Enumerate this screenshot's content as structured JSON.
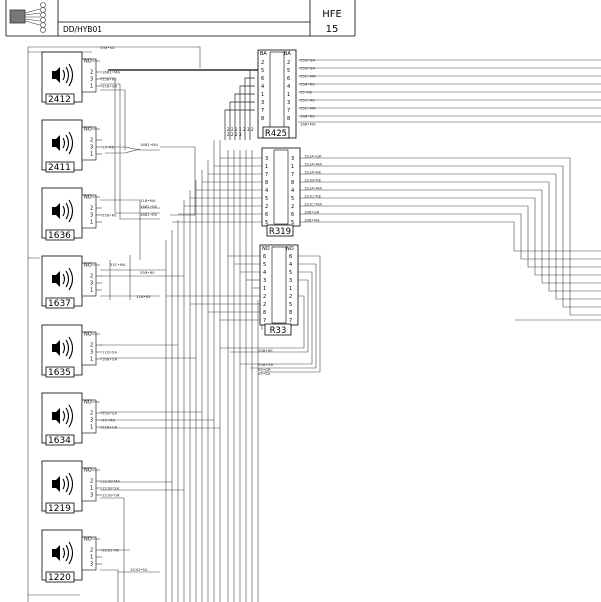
{
  "title_block": {
    "code": "DD/HYB01",
    "label": "HFE",
    "number": "15"
  },
  "top_signal": "55B•SA",
  "devices": [
    {
      "id": "2412",
      "pins": [
        "NO",
        "2",
        "3",
        "1"
      ],
      "signals": [
        "16B1•MA",
        "55B•RE",
        "55B•GR"
      ]
    },
    {
      "id": "2411",
      "pins": [
        "NO",
        "2",
        "3",
        "1"
      ],
      "signals": [
        "",
        "55•RE",
        ""
      ]
    },
    {
      "id": "1636",
      "pins": [
        "NO",
        "2",
        "3",
        "1"
      ],
      "signals": [
        "",
        "55B•RE",
        ""
      ]
    },
    {
      "id": "1637",
      "pins": [
        "NO",
        "2",
        "3",
        "1"
      ],
      "signals": [
        "",
        "",
        ""
      ]
    },
    {
      "id": "1635",
      "pins": [
        "NO",
        "2",
        "3",
        "1"
      ],
      "signals": [
        "",
        "11D•SA",
        "16B•GR"
      ]
    },
    {
      "id": "1634",
      "pins": [
        "NO",
        "2",
        "3",
        "1"
      ],
      "signals": [
        "55D•SA",
        "55•MA",
        "55B•GR"
      ]
    },
    {
      "id": "1219",
      "pins": [
        "NO",
        "2",
        "1",
        "3"
      ],
      "signals": [
        "1S1B•MA",
        "1S1B•SA",
        "1S1B•GR"
      ]
    },
    {
      "id": "1220",
      "pins": [
        "NO",
        "2",
        "1",
        "3"
      ],
      "signals": [
        "1S1D•RE",
        "",
        ""
      ]
    }
  ],
  "mid_labels": [
    "16B1•MA",
    "16B1•RE",
    "11B•MA",
    "55B•RE",
    "11B•RE",
    "55C•MA",
    "16B1•RE",
    "55B•RE",
    "55B•GR",
    "55•GR",
    "55•SA",
    "1S1D•SA"
  ],
  "connectors": [
    {
      "name": "R425",
      "header": [
        "BA",
        "BA"
      ],
      "left_pins": [
        "2",
        "5",
        "6",
        "4",
        "1",
        "3",
        "7",
        "8"
      ],
      "right_pins": [
        "2",
        "5",
        "6",
        "4",
        "1",
        "3",
        "7",
        "8"
      ],
      "signals": [
        "55D•SA",
        "55D•SA",
        "55C•MA",
        "55B•RE",
        "55•RE",
        "55C•RE",
        "55C•MA",
        "16B•RE",
        "16B•MA"
      ]
    },
    {
      "name": "R319",
      "header": [
        "",
        ""
      ],
      "left_pins": [
        "3",
        "1",
        "7",
        "8",
        "4",
        "5",
        "2",
        "6",
        "5"
      ],
      "right_pins": [
        "3",
        "1",
        "7",
        "8",
        "4",
        "5",
        "2",
        "6",
        "5"
      ],
      "signals": [
        "1S1A•GR",
        "1S1A•MA",
        "1S1A•RE",
        "1S1B•RE",
        "1S1A•MA",
        "1S1C•RE",
        "1S1C•MA",
        "16B•GR",
        "16B•MA"
      ]
    },
    {
      "name": "R33",
      "header": [
        "NO",
        "NO"
      ],
      "left_pins": [
        "6",
        "5",
        "4",
        "3",
        "1",
        "2",
        "2",
        "8",
        "7"
      ],
      "right_pins": [
        "6",
        "4",
        "5",
        "3",
        "1",
        "2",
        "5",
        "8",
        "7"
      ],
      "signals": []
    }
  ],
  "bundle_ticks": [
    "2",
    "2",
    "2",
    "1",
    "2",
    "3",
    "2",
    "2",
    "2",
    "2",
    "3"
  ]
}
